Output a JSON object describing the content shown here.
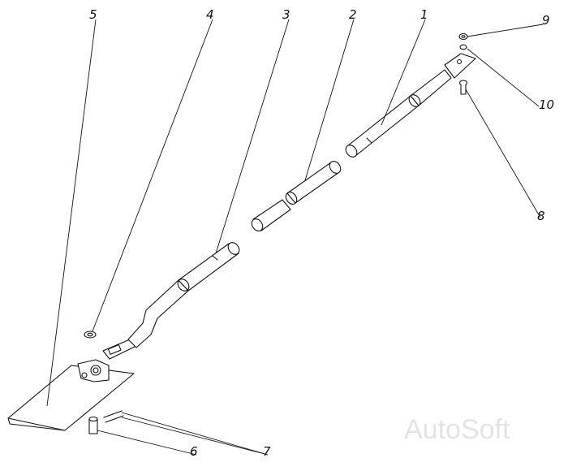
{
  "diagram": {
    "callouts": [
      "1",
      "2",
      "3",
      "4",
      "5",
      "6",
      "7",
      "8",
      "9",
      "10"
    ],
    "watermark": "AutoSoft"
  }
}
